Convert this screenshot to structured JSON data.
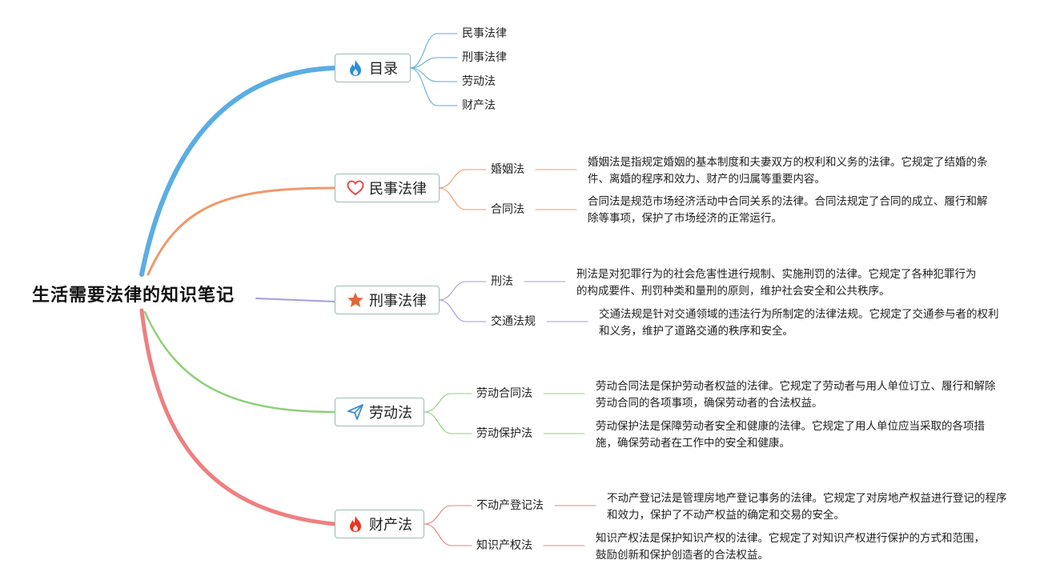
{
  "root": {
    "title": "生活需要法律的知识笔记"
  },
  "branches": [
    {
      "id": "toc",
      "label": "目录",
      "icon": "flame-icon",
      "color": "#5aade4",
      "children": [
        {
          "label": "民事法律",
          "desc": ""
        },
        {
          "label": "刑事法律",
          "desc": ""
        },
        {
          "label": "劳动法",
          "desc": ""
        },
        {
          "label": "财产法",
          "desc": ""
        }
      ]
    },
    {
      "id": "civil",
      "label": "民事法律",
      "icon": "heart-icon",
      "color": "#ee9a6b",
      "children": [
        {
          "label": "婚姻法",
          "desc": "婚姻法是指规定婚姻的基本制度和夫妻双方的权利和义务的法律。它规定了结婚的条件、离婚的程序和效力、财产的归属等重要内容。"
        },
        {
          "label": "合同法",
          "desc": "合同法是规范市场经济活动中合同关系的法律。合同法规定了合同的成立、履行和解除等事项，保护了市场经济的正常运行。"
        }
      ]
    },
    {
      "id": "criminal",
      "label": "刑事法律",
      "icon": "star-icon",
      "color": "#a99ade",
      "children": [
        {
          "label": "刑法",
          "desc": "刑法是对犯罪行为的社会危害性进行规制、实施刑罚的法律。它规定了各种犯罪行为的构成要件、刑罚种类和量刑的原则，维护社会安全和公共秩序。"
        },
        {
          "label": "交通法规",
          "desc": "交通法规是针对交通领域的违法行为所制定的法律法规。它规定了交通参与者的权利和义务，维护了道路交通的秩序和安全。"
        }
      ]
    },
    {
      "id": "labor",
      "label": "劳动法",
      "icon": "paper-plane-icon",
      "color": "#8fd07a",
      "children": [
        {
          "label": "劳动合同法",
          "desc": "劳动合同法是保护劳动者权益的法律。它规定了劳动者与用人单位订立、履行和解除劳动合同的各项事项，确保劳动者的合法权益。"
        },
        {
          "label": "劳动保护法",
          "desc": "劳动保护法是保障劳动者安全和健康的法律。它规定了用人单位应当采取的各项措施，确保劳动者在工作中的安全和健康。"
        }
      ]
    },
    {
      "id": "property",
      "label": "财产法",
      "icon": "flame-icon",
      "color": "#ef7f7f",
      "children": [
        {
          "label": "不动产登记法",
          "desc": "不动产登记法是管理房地产登记事务的法律。它规定了对房地产权益进行登记的程序和效力，保护了不动产权益的确定和交易的安全。"
        },
        {
          "label": "知识产权法",
          "desc": "知识产权法是保护知识产权的法律。它规定了对知识产权进行保护的方式和范围，鼓励创新和保护创造者的合法权益。"
        }
      ]
    }
  ]
}
